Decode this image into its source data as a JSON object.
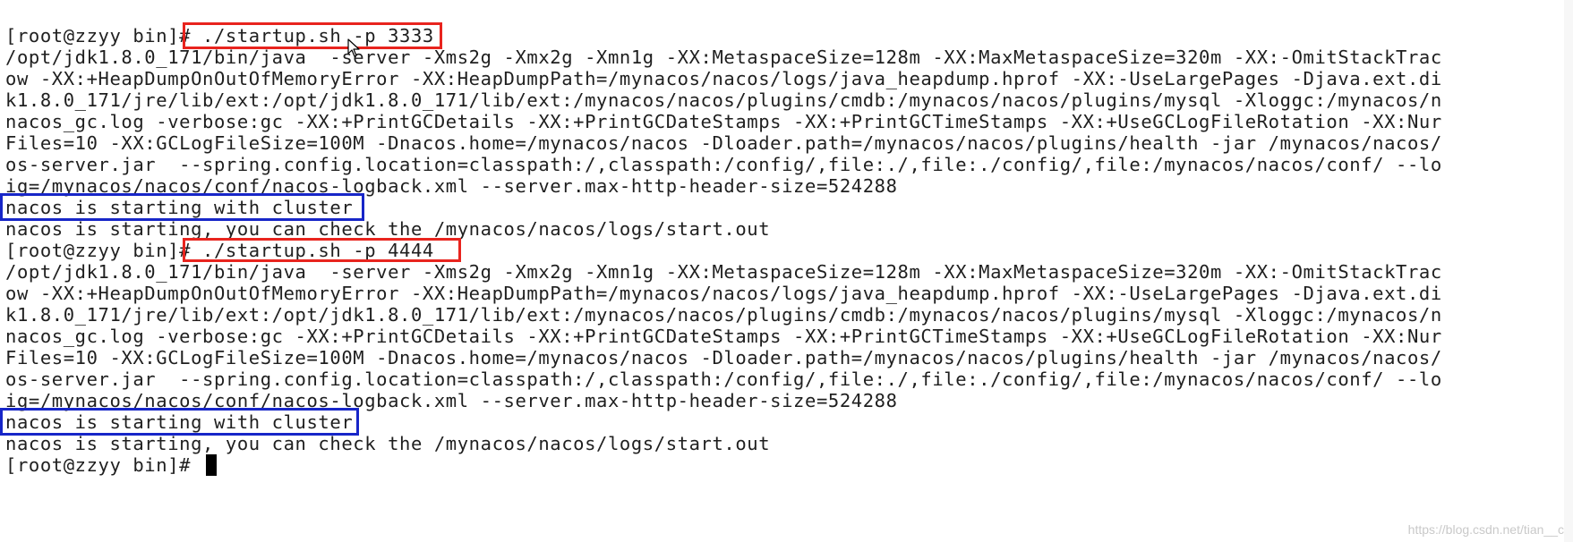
{
  "terminal": {
    "lines": [
      "[root@zzyy bin]# ./startup.sh -p 3333",
      "/opt/jdk1.8.0_171/bin/java  -server -Xms2g -Xmx2g -Xmn1g -XX:MetaspaceSize=128m -XX:MaxMetaspaceSize=320m -XX:-OmitStackTrac",
      "ow -XX:+HeapDumpOnOutOfMemoryError -XX:HeapDumpPath=/mynacos/nacos/logs/java_heapdump.hprof -XX:-UseLargePages -Djava.ext.di",
      "k1.8.0_171/jre/lib/ext:/opt/jdk1.8.0_171/lib/ext:/mynacos/nacos/plugins/cmdb:/mynacos/nacos/plugins/mysql -Xloggc:/mynacos/n",
      "nacos_gc.log -verbose:gc -XX:+PrintGCDetails -XX:+PrintGCDateStamps -XX:+PrintGCTimeStamps -XX:+UseGCLogFileRotation -XX:Nur",
      "Files=10 -XX:GCLogFileSize=100M -Dnacos.home=/mynacos/nacos -Dloader.path=/mynacos/nacos/plugins/health -jar /mynacos/nacos/",
      "os-server.jar  --spring.config.location=classpath:/,classpath:/config/,file:./,file:./config/,file:/mynacos/nacos/conf/ --lo",
      "ig=/mynacos/nacos/conf/nacos-logback.xml --server.max-http-header-size=524288",
      "nacos is starting with cluster",
      "nacos is starting, you can check the /mynacos/nacos/logs/start.out",
      "[root@zzyy bin]# ./startup.sh -p 4444",
      "/opt/jdk1.8.0_171/bin/java  -server -Xms2g -Xmx2g -Xmn1g -XX:MetaspaceSize=128m -XX:MaxMetaspaceSize=320m -XX:-OmitStackTrac",
      "ow -XX:+HeapDumpOnOutOfMemoryError -XX:HeapDumpPath=/mynacos/nacos/logs/java_heapdump.hprof -XX:-UseLargePages -Djava.ext.di",
      "k1.8.0_171/jre/lib/ext:/opt/jdk1.8.0_171/lib/ext:/mynacos/nacos/plugins/cmdb:/mynacos/nacos/plugins/mysql -Xloggc:/mynacos/n",
      "nacos_gc.log -verbose:gc -XX:+PrintGCDetails -XX:+PrintGCDateStamps -XX:+PrintGCTimeStamps -XX:+UseGCLogFileRotation -XX:Nur",
      "Files=10 -XX:GCLogFileSize=100M -Dnacos.home=/mynacos/nacos -Dloader.path=/mynacos/nacos/plugins/health -jar /mynacos/nacos/",
      "os-server.jar  --spring.config.location=classpath:/,classpath:/config/,file:./,file:./config/,file:/mynacos/nacos/conf/ --lo",
      "ig=/mynacos/nacos/conf/nacos-logback.xml --server.max-http-header-size=524288",
      "nacos is starting with cluster",
      "nacos is starting, you can check the /mynacos/nacos/logs/start.out",
      "[root@zzyy bin]# "
    ]
  },
  "annotations": {
    "highlight_red_color": "#e8241e",
    "highlight_blue_color": "#1726c8"
  },
  "watermark": "https://blog.csdn.net/tian__c"
}
